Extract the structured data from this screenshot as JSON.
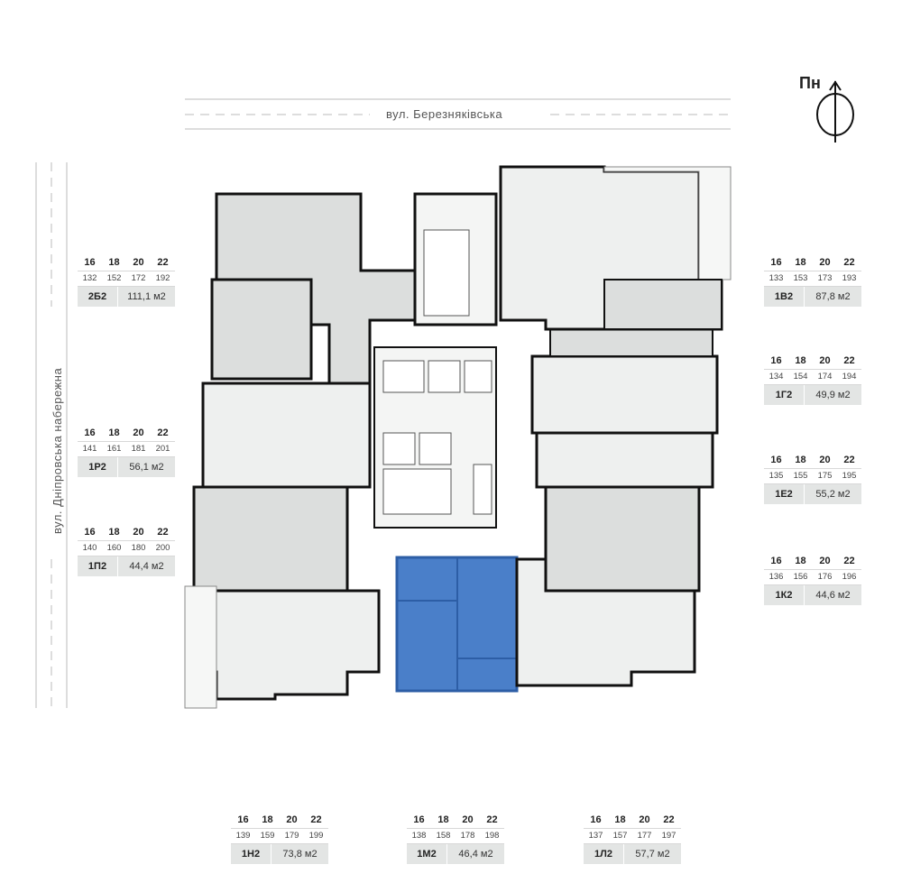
{
  "streets": {
    "top": "вул. Березняківська",
    "left": "вул. Дніпровська набережна"
  },
  "north_label": "Пн",
  "colors": {
    "highlight": "#4a7fc9",
    "apt_gray": "#dcdedd",
    "apt_light": "#eef0ef",
    "wall": "#111111",
    "card_footer": "#e3e5e4"
  },
  "apartments": [
    {
      "floors": [
        "16",
        "18",
        "20",
        "22"
      ],
      "numbers": [
        "132",
        "152",
        "172",
        "192"
      ],
      "type": "2Б2",
      "area": "111,1 м2"
    },
    {
      "floors": [
        "16",
        "18",
        "20",
        "22"
      ],
      "numbers": [
        "141",
        "161",
        "181",
        "201"
      ],
      "type": "1Р2",
      "area": "56,1 м2"
    },
    {
      "floors": [
        "16",
        "18",
        "20",
        "22"
      ],
      "numbers": [
        "140",
        "160",
        "180",
        "200"
      ],
      "type": "1П2",
      "area": "44,4 м2"
    },
    {
      "floors": [
        "16",
        "18",
        "20",
        "22"
      ],
      "numbers": [
        "133",
        "153",
        "173",
        "193"
      ],
      "type": "1В2",
      "area": "87,8 м2"
    },
    {
      "floors": [
        "16",
        "18",
        "20",
        "22"
      ],
      "numbers": [
        "134",
        "154",
        "174",
        "194"
      ],
      "type": "1Г2",
      "area": "49,9 м2"
    },
    {
      "floors": [
        "16",
        "18",
        "20",
        "22"
      ],
      "numbers": [
        "135",
        "155",
        "175",
        "195"
      ],
      "type": "1Е2",
      "area": "55,2 м2"
    },
    {
      "floors": [
        "16",
        "18",
        "20",
        "22"
      ],
      "numbers": [
        "136",
        "156",
        "176",
        "196"
      ],
      "type": "1К2",
      "area": "44,6 м2"
    },
    {
      "floors": [
        "16",
        "18",
        "20",
        "22"
      ],
      "numbers": [
        "139",
        "159",
        "179",
        "199"
      ],
      "type": "1Н2",
      "area": "73,8 м2"
    },
    {
      "floors": [
        "16",
        "18",
        "20",
        "22"
      ],
      "numbers": [
        "138",
        "158",
        "178",
        "198"
      ],
      "type": "1М2",
      "area": "46,4 м2"
    },
    {
      "floors": [
        "16",
        "18",
        "20",
        "22"
      ],
      "numbers": [
        "137",
        "157",
        "177",
        "197"
      ],
      "type": "1Л2",
      "area": "57,7 м2"
    }
  ],
  "selected_apartment": "1М2"
}
